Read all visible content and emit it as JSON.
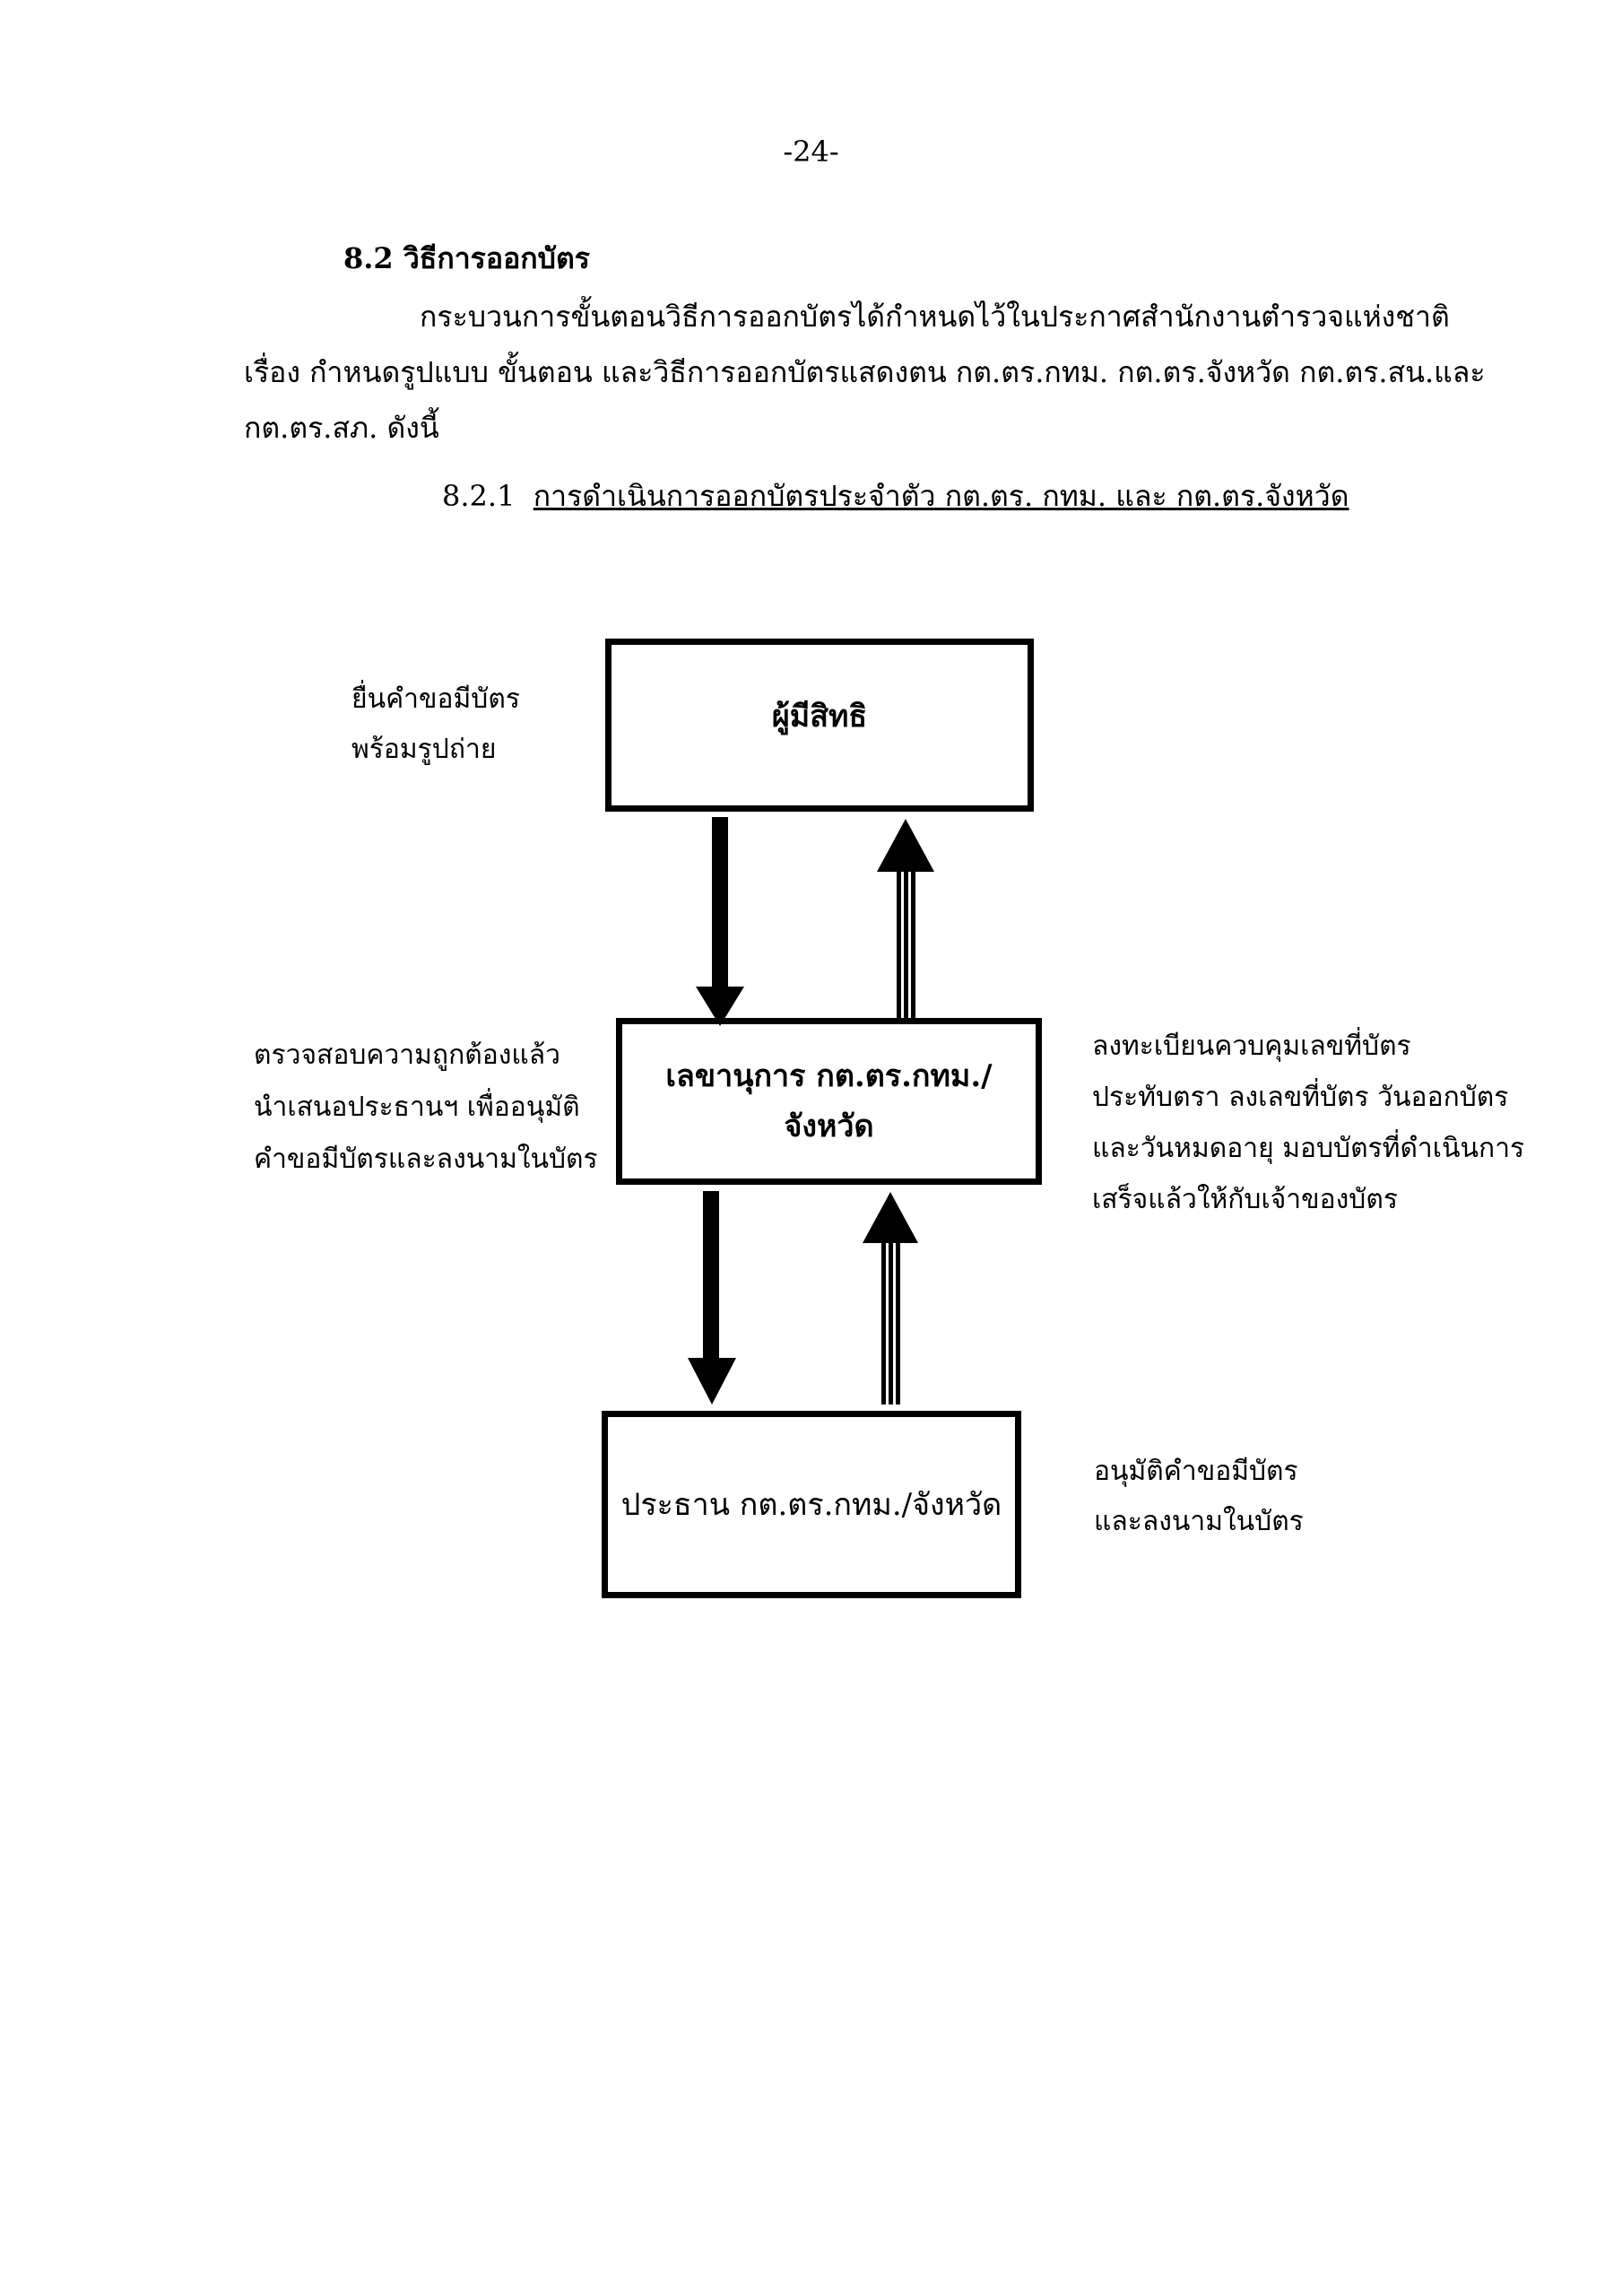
{
  "page_number": "-24-",
  "section": {
    "heading": "8.2  วิธีการออกบัตร",
    "paragraph_lines": [
      "กระบวนการขั้นตอนวิธีการออกบัตรได้กำหนดไว้ในประกาศสำนักงานตำรวจแห่งชาติ",
      "เรื่อง กำหนดรูปแบบ ขั้นตอน และวิธีการออกบัตรแสดงตน กต.ตร.กทม. กต.ตร.จังหวัด กต.ตร.สน.และ",
      "กต.ตร.สภ. ดังนี้"
    ],
    "subheading_number": "8.2.1",
    "subheading_title": "การดำเนินการออกบัตรประจำตัว กต.ตร. กทม. และ กต.ตร.จังหวัด"
  },
  "diagram": {
    "boxes": {
      "top": "ผู้มีสิทธิ",
      "middle_line1": "เลขานุการ กต.ตร.กทม./",
      "middle_line2": "จังหวัด",
      "bottom": "ประธาน กต.ตร.กทม./จังหวัด"
    },
    "notes": {
      "top_left": [
        "ยื่นคำขอมีบัตร",
        "พร้อมรูปถ่าย"
      ],
      "middle_left": [
        "ตรวจสอบความถูกต้องแล้ว",
        "นำเสนอประธานฯ เพื่ออนุมัติ",
        "คำขอมีบัตรและลงนามในบัตร"
      ],
      "middle_right": [
        "ลงทะเบียนควบคุมเลขที่บัตร",
        "ประทับตรา ลงเลขที่บัตร  วันออกบัตร",
        "และวันหมดอายุ มอบบัตรที่ดำเนินการ",
        "เสร็จแล้วให้กับเจ้าของบัตร"
      ],
      "bottom_right": [
        "อนุมัติคำขอมีบัตร",
        "และลงนามในบัตร"
      ]
    }
  }
}
